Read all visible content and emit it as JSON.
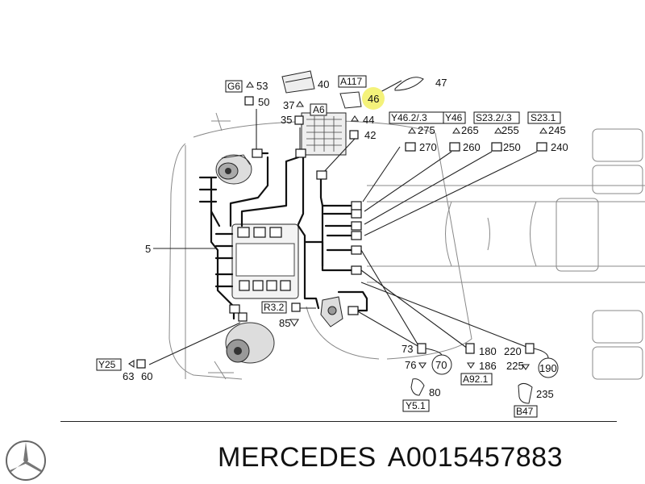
{
  "footer": {
    "brand": "MERCEDES",
    "part_number": "A0015457883"
  },
  "logo_icon": "mercedes-star-icon",
  "labels": {
    "l5": "5",
    "g6": "G6",
    "l53": "53",
    "l50": "50",
    "l40": "40",
    "l37": "37",
    "a6": "A6",
    "l35": "35",
    "a117": "A117",
    "l46": "46",
    "l47": "47",
    "l44": "44",
    "l42": "42",
    "y462": "Y46.2/.3",
    "l275": "275",
    "l270": "270",
    "y46": "Y46",
    "l265": "265",
    "l260": "260",
    "s232": "S23.2/.3",
    "l255": "255",
    "l250": "250",
    "s231": "S23.1",
    "l245": "245",
    "l240": "240",
    "r32": "R3.2",
    "l85": "85",
    "y25": "Y25",
    "l63": "63",
    "l60": "60",
    "l73": "73",
    "l76": "76",
    "l70": "70",
    "l80": "80",
    "y51": "Y5.1",
    "l180": "180",
    "l186": "186",
    "a921": "A92.1",
    "l220": "220",
    "l225": "225",
    "l190": "190",
    "l235": "235",
    "b47": "B47"
  },
  "highlight_color": "#f4f27a"
}
